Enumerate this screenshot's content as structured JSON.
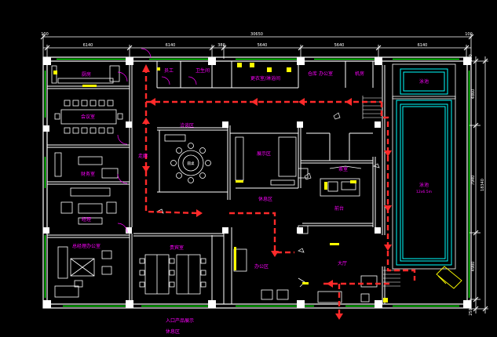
{
  "colors": {
    "background": "#000000",
    "wall": "#ffffff",
    "dimension": "#ffffff",
    "room_label": "#ff00ff",
    "route": "#ff2a2a",
    "furniture": "#ffffff",
    "pool": "#00ffff",
    "door": "#ff00ff",
    "window": "#00ff00",
    "annotation": "#ffff00"
  },
  "dimensions": {
    "top_total": "30650",
    "top_segments": [
      "100",
      "6140",
      "6140",
      "380",
      "5640",
      "5640",
      "6140",
      "100"
    ],
    "right_segments": [
      "250",
      "4860",
      "7940",
      "4980",
      "250"
    ],
    "right_total": "18340",
    "right_top_corner": "250"
  },
  "rooms": {
    "kitchen": "厨房",
    "meeting": "会议室",
    "toilet_1": "员工",
    "toilet_2": "卫生间",
    "corridor_top": "更衣室/淋浴间",
    "storage": "仓库  办公室",
    "utility": "机房",
    "lounge": "洽谈区",
    "finance": "财务室",
    "manager": "经理",
    "general_manager": "总经理办公室",
    "boardroom": "贵宾室",
    "hall": "展示区",
    "reception": "前台",
    "open_office": "办公区",
    "lobby": "大厅",
    "waiting": "休息区",
    "aisle": "走廊",
    "small_pool": "泳池",
    "big_pool": "泳池",
    "big_pool_sub": "12x6.5m",
    "tea": "茶室",
    "round_table": "圆桌"
  },
  "captions": {
    "line1": "入口产品展示",
    "line2": "休息区"
  }
}
